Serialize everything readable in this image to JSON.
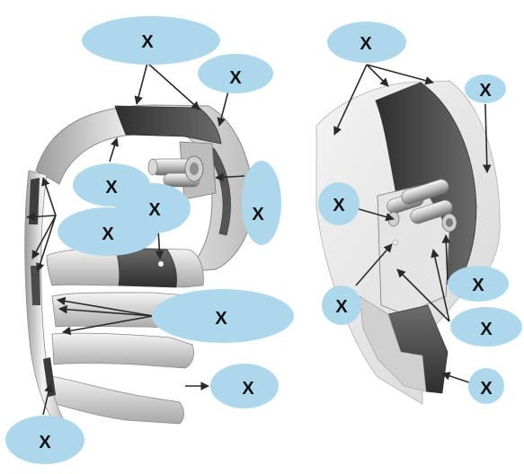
{
  "figure": {
    "label_mark": "X",
    "colors": {
      "background": "#ffffff",
      "callout_fill": "#add8ec",
      "leader_line": "#2a2a2a",
      "panel_dark": "#4a4a4a",
      "panel_light": "#e6e6e6"
    }
  },
  "left_view": {
    "callouts": [
      {
        "id": "top",
        "text": "X"
      },
      {
        "id": "upper-right",
        "text": "X"
      },
      {
        "id": "right",
        "text": "X"
      },
      {
        "id": "center-upper",
        "text": "X"
      },
      {
        "id": "center",
        "text": "X"
      },
      {
        "id": "center-left",
        "text": "X"
      },
      {
        "id": "lower-right",
        "text": "X"
      },
      {
        "id": "bottom-right",
        "text": "X"
      },
      {
        "id": "bottom-left",
        "text": "X"
      }
    ]
  },
  "right_view": {
    "callouts": [
      {
        "id": "top",
        "text": "X"
      },
      {
        "id": "upper-right",
        "text": "X"
      },
      {
        "id": "left",
        "text": "X"
      },
      {
        "id": "lower-left",
        "text": "X"
      },
      {
        "id": "right-middle",
        "text": "X"
      },
      {
        "id": "right-lower",
        "text": "X"
      },
      {
        "id": "bottom-right",
        "text": "X"
      }
    ]
  }
}
